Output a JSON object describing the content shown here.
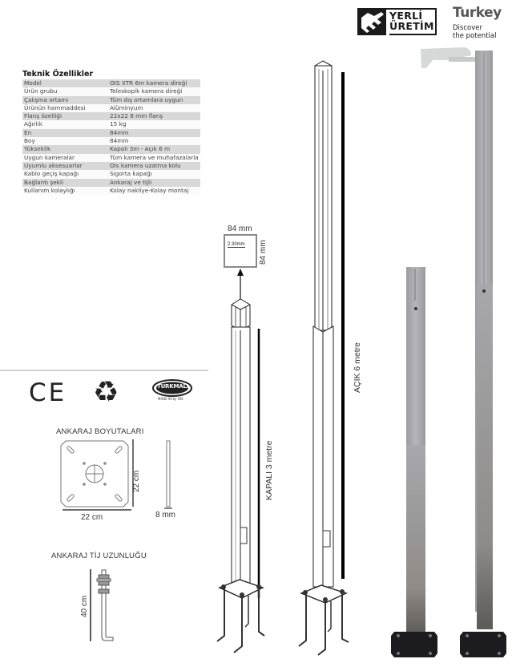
{
  "spec_table": {
    "title": "Teknik Özellikler",
    "rows": [
      {
        "label": "Model",
        "value": "OİS XTR 6m kamera direği"
      },
      {
        "label": "Ürün grubu",
        "value": "Teleskopik kamera direği"
      },
      {
        "label": "Çalışma ortamı",
        "value": "Tüm dış ortamlara uygun"
      },
      {
        "label": "Ürünün hammaddesi",
        "value": "Alüminyum"
      },
      {
        "label": "Flanş özelliği",
        "value": "22x22 8 mm flanş"
      },
      {
        "label": "Ağırlık",
        "value": "15 kg"
      },
      {
        "label": "En",
        "value": "84mm"
      },
      {
        "label": "Boy",
        "value": "84mm"
      },
      {
        "label": "Yükseklik",
        "value": "Kapalı 3m - Açık 6 m"
      },
      {
        "label": "Uygun kameralar",
        "value": "Tüm kamera ve muhafazalarla"
      },
      {
        "label": "Uyumlu aksesuarlar",
        "value": "Ois  kamera uzatma kolu"
      },
      {
        "label": "Kablo geçiş kapağı",
        "value": "Sigorta kapağı"
      },
      {
        "label": "Bağlantı şekli",
        "value": "Ankaraj ve tijli"
      },
      {
        "label": "Kullanım kolaylığı",
        "value": "Kolay nakliye-Kolay montaj"
      }
    ]
  },
  "logos": {
    "yerli_line1": "YERLİ",
    "yerli_line2": "ÜRETİM",
    "turkey_title": "Turkey",
    "turkey_line1": "Discover",
    "turkey_line2": "the potential"
  },
  "certifications": {
    "ce": "CE",
    "recycle_icon": "♻",
    "turkmali": "TÜRKMALI",
    "turkmali_sub": "MADE IN by OIS"
  },
  "cross_section": {
    "width_label": "84 mm",
    "height_label": "84 mm",
    "wall_label": "2.30mm"
  },
  "anchor_plate": {
    "title": "ANKARAJ BOYUTALARI",
    "width_label": "22 cm",
    "height_label": "22 cm",
    "thickness_label": "8 mm"
  },
  "anchor_rod": {
    "title": "ANKARAJ TİJ UZUNLUĞU",
    "length_label": "40 cm"
  },
  "poles": {
    "closed_label": "KAPALI 3 metre",
    "open_label": "AÇIK 6 metre"
  },
  "colors": {
    "table_odd": "#d8d8d8",
    "table_even": "#fbfbfb",
    "pole_metal": "#a9a9ab",
    "base_plate": "#1c1c1e"
  }
}
